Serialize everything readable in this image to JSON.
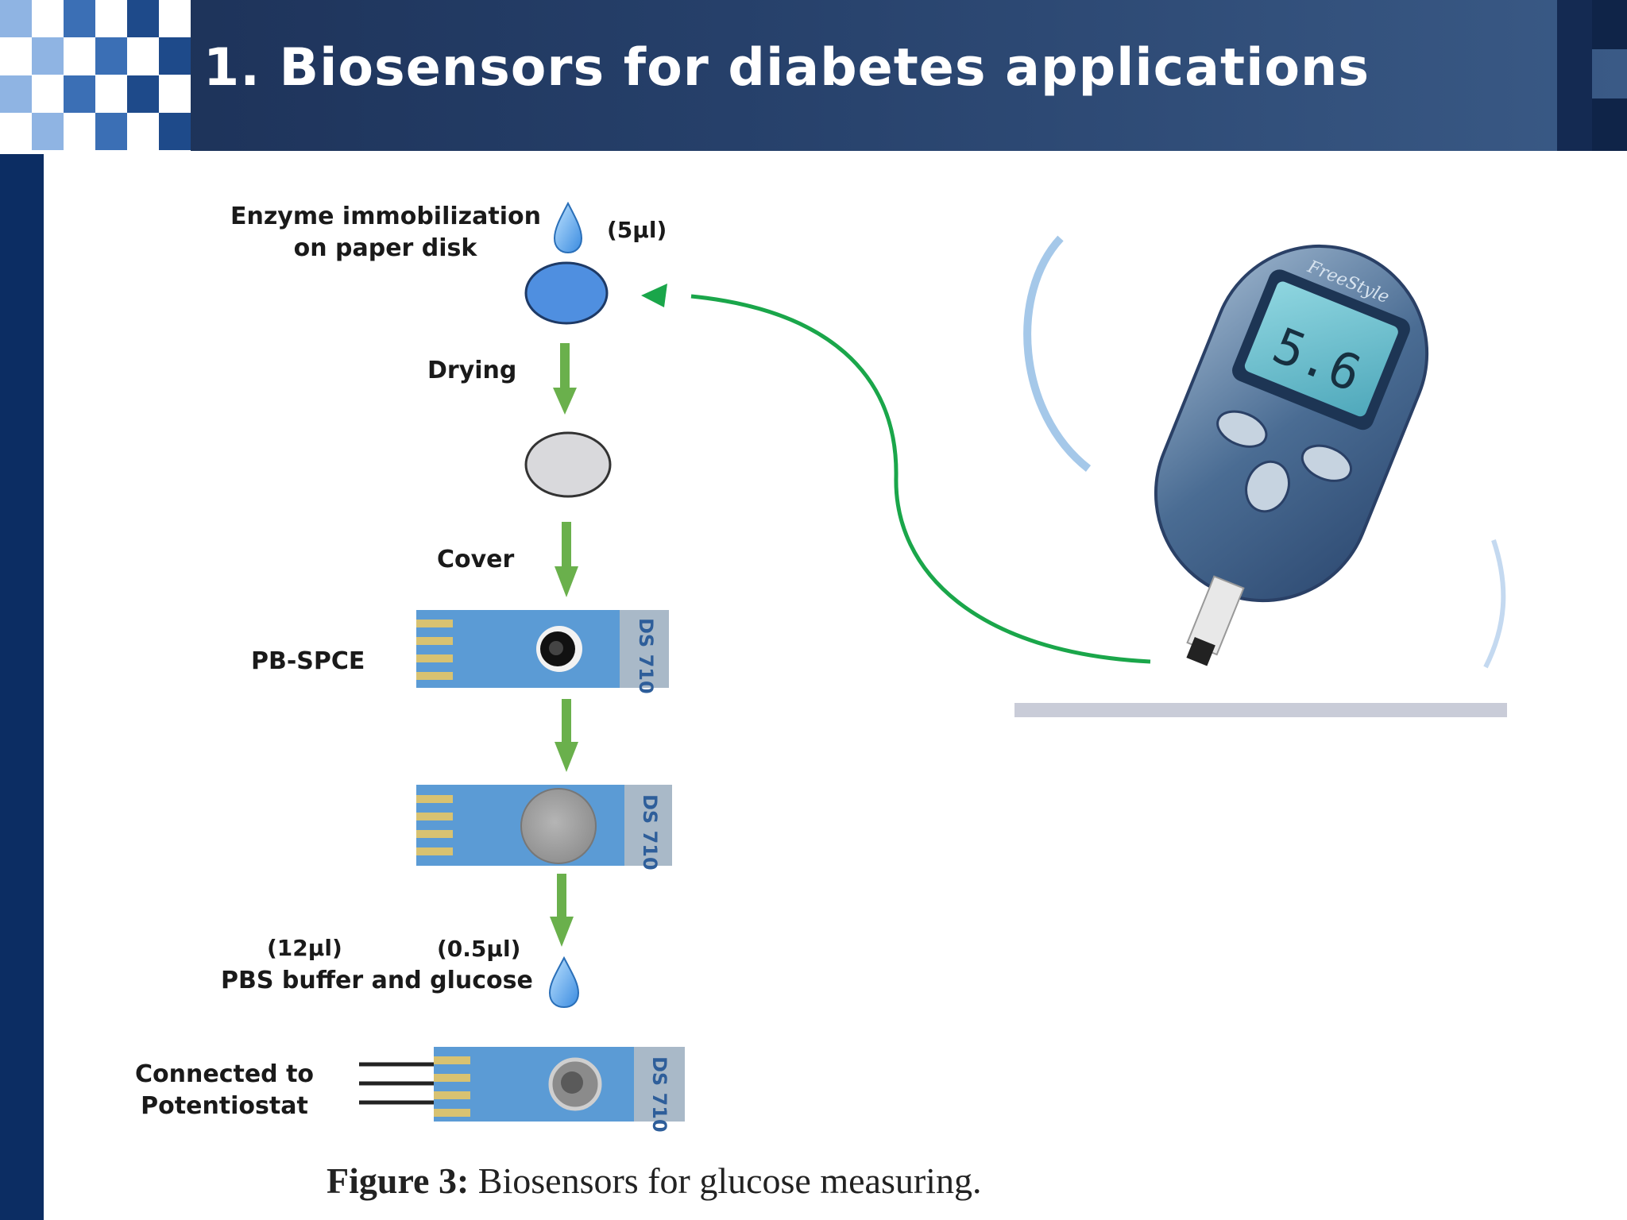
{
  "slide": {
    "title": "1. Biosensors for diabetes applications"
  },
  "figure": {
    "labels": {
      "enzyme_line1": "Enzyme immobilization",
      "enzyme_line2": "on paper disk",
      "drop_volume_1": "(5µl)",
      "drying": "Drying",
      "cover": "Cover",
      "pb_spce": "PB-SPCE",
      "volume_buffer": "(12µl)",
      "volume_glucose": "(0.5µl)",
      "pbs_buffer": "PBS buffer and glucose",
      "connected_line1": "Connected to",
      "connected_line2": "Potentiostat"
    },
    "strip_text": "DS 710",
    "meter_display": "5.6",
    "meter_brand": "FreeStyle"
  },
  "caption": {
    "label": "Figure 3:",
    "text": " Biosensors for glucose measuring."
  },
  "colors": {
    "header_dark": "#1b2f55",
    "header_light": "#3a5a86",
    "left_bar": "#0c2d63",
    "flow_arrow": "#6ab04c",
    "pointer_arrow": "#1aa64a",
    "strip_blue": "#5b9bd5",
    "disk_blue": "#4f8fe0",
    "disk_gray": "#d9d9dc"
  }
}
